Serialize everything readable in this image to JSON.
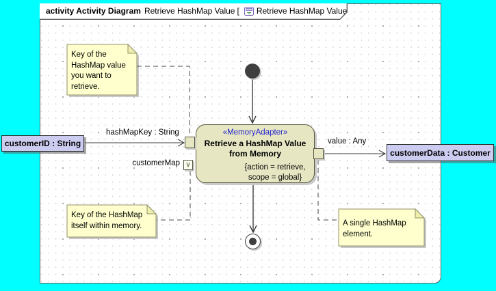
{
  "frame": {
    "header": {
      "kind": "activity Activity Diagram",
      "diagram_name": "Retrieve HashMap Value",
      "bracket_open": "[",
      "context_name": "Retrieve HashMap Value",
      "bracket_close": "]"
    }
  },
  "action": {
    "stereotype": "«MemoryAdapter»",
    "name": "Retrieve a HashMap Value\nfrom Memory",
    "properties": "{action = retrieve,\nscope = global}"
  },
  "pins": {
    "input_label": "hashMapKey : String",
    "value_label": "customerMap",
    "output_label": "value : Any"
  },
  "objects": {
    "input": "customerID : String",
    "output": "customerData : Customer"
  },
  "notes": [
    {
      "text": "Key of the\nHashMap value\nyou want to\nretrieve."
    },
    {
      "text": "Key of the HashMap\nitself within memory."
    },
    {
      "text": "A single HashMap\nelement."
    }
  ],
  "icons": {
    "value_pin": "∨",
    "activity_diagram_icon": "activity-diagram-icon"
  },
  "colors": {
    "background": "#00FFFF",
    "canvas": "#FFFFFF",
    "note_fill": "#FFFFCE",
    "note_border": "#90906A",
    "action_fill": "#E6E6C3",
    "object_fill": "#CCCCF0",
    "stereotype_text": "#2222CC",
    "edge": "#4A4A4A",
    "shadow": "#C9C9C9"
  }
}
